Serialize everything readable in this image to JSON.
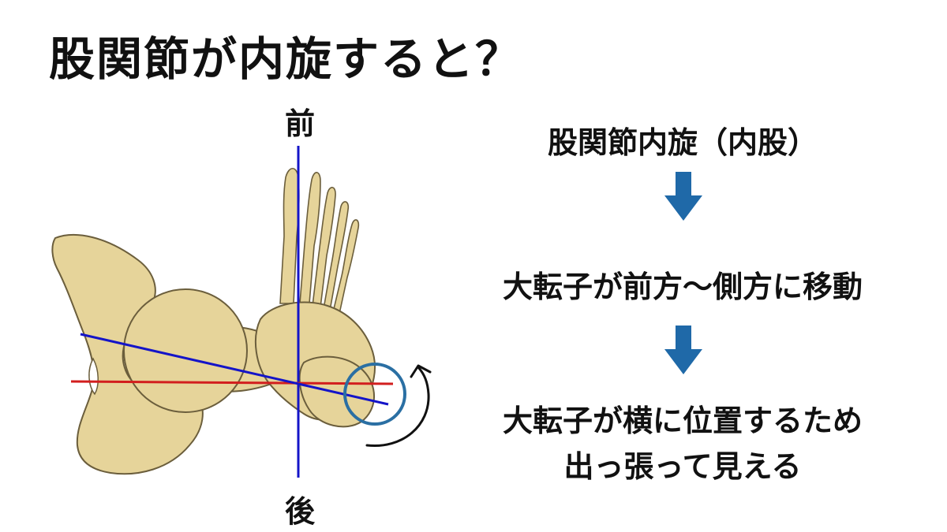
{
  "title": "股関節が内旋すると？",
  "directions": {
    "front": "前",
    "back": "後"
  },
  "flow": {
    "step1": "股関節内旋（内股）",
    "step2": "大転子が前方〜側方に移動",
    "step3_line1": "大転子が横に位置するため",
    "step3_line2": "出っ張って見える"
  },
  "colors": {
    "bone": "#e6d49a",
    "bone_outline": "#6b5e3c",
    "axis_blue": "#1414c8",
    "axis_red": "#d21e1e",
    "highlight_circle": "#2a6fa3",
    "arrow_fill": "#1f69a8"
  },
  "icons": {
    "flow_arrow": "down-arrow-icon",
    "rotation_arrow": "curved-rotation-arrow-icon"
  }
}
